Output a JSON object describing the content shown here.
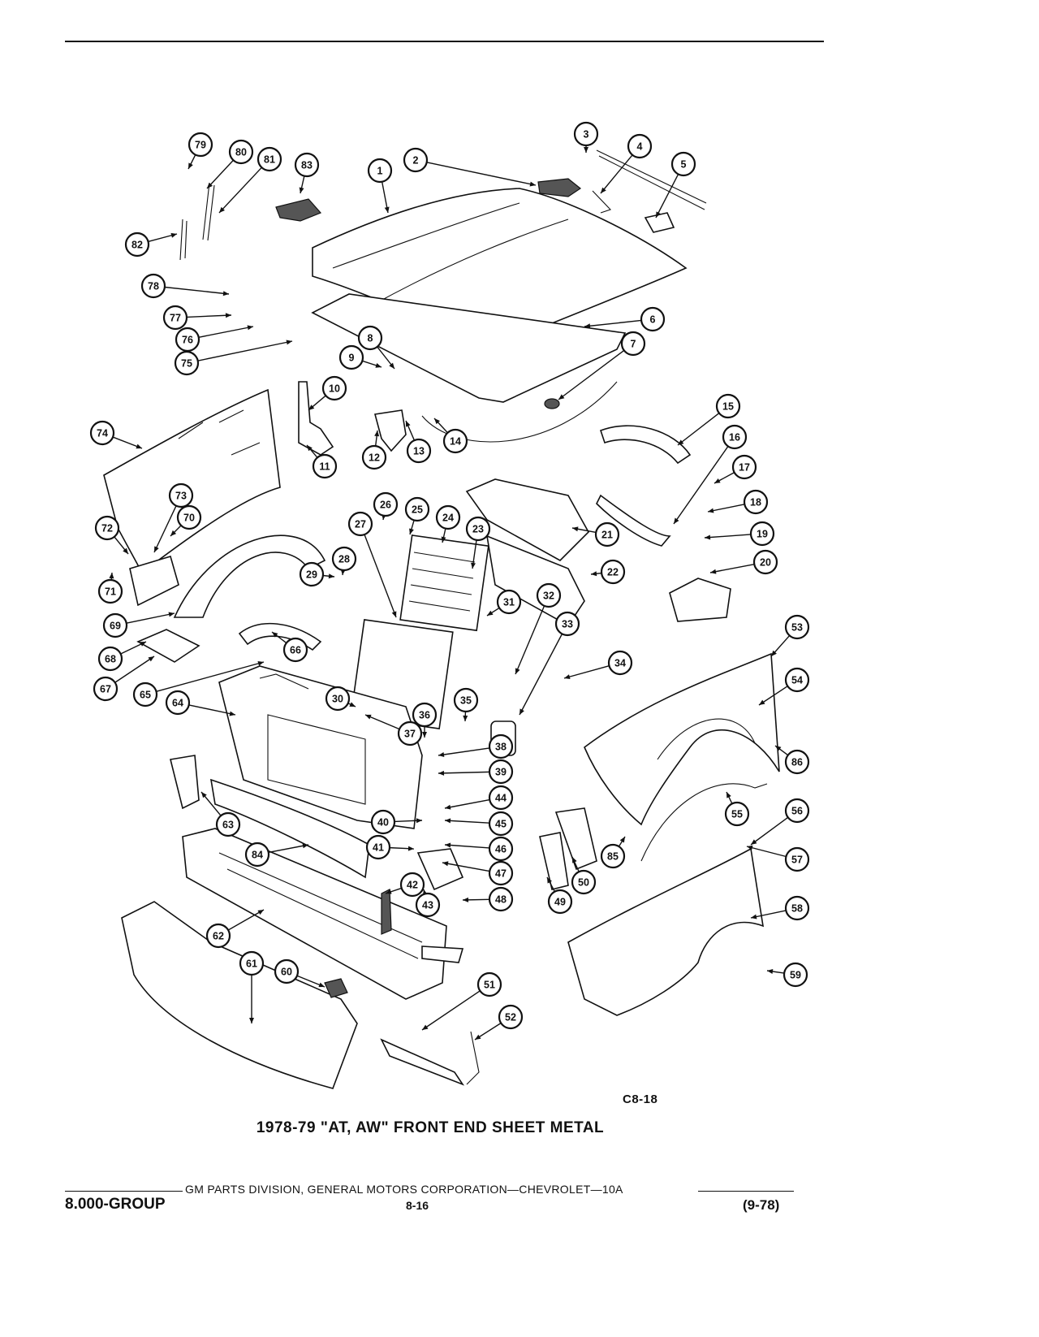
{
  "figure": {
    "code": "C8-18",
    "title": "1978-79 \"AT, AW\" FRONT END SHEET METAL"
  },
  "footer": {
    "publisher_line": "GM PARTS DIVISION, GENERAL MOTORS CORPORATION—CHEVROLET—10A",
    "group": "8.000-GROUP",
    "page": "8-16",
    "date_code": "(9-78)"
  },
  "callouts": [
    "1",
    "2",
    "3",
    "4",
    "5",
    "6",
    "7",
    "8",
    "9",
    "10",
    "11",
    "12",
    "13",
    "14",
    "15",
    "16",
    "17",
    "18",
    "19",
    "20",
    "21",
    "22",
    "23",
    "24",
    "25",
    "26",
    "27",
    "28",
    "29",
    "30",
    "31",
    "32",
    "33",
    "34",
    "35",
    "36",
    "37",
    "38",
    "39",
    "40",
    "41",
    "42",
    "43",
    "44",
    "45",
    "46",
    "47",
    "48",
    "49",
    "50",
    "51",
    "52",
    "53",
    "54",
    "55",
    "56",
    "57",
    "58",
    "59",
    "60",
    "61",
    "62",
    "63",
    "64",
    "65",
    "66",
    "67",
    "68",
    "69",
    "70",
    "71",
    "72",
    "73",
    "74",
    "75",
    "76",
    "77",
    "78",
    "79",
    "80",
    "81",
    "82",
    "83",
    "84",
    "85",
    "86"
  ]
}
